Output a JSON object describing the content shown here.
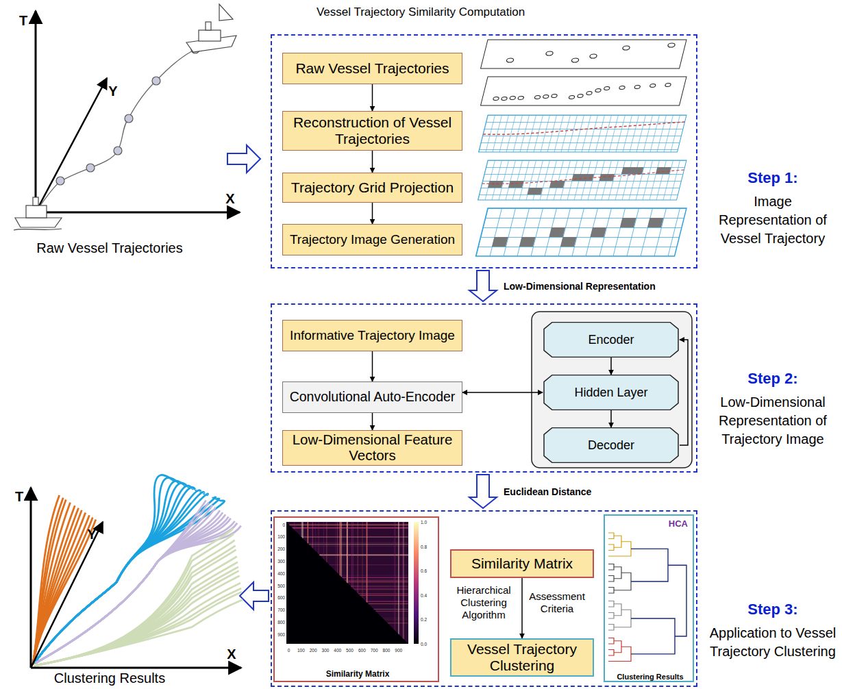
{
  "diagram": {
    "title": "Vessel Trajectory Similarity Computation",
    "nodes": [
      {
        "text": [
          "Step 1:",
          "Image Representation of Vessel Trajectory"
        ]
      },
      {
        "text": [
          "Raw Vessel Trajectories"
        ],
        "in": 0
      },
      {
        "text": [
          "Reconstruction of Vessel Trajectories"
        ],
        "in": 0
      },
      {
        "text": [
          "Trajectory Grid Projection"
        ],
        "in": 0
      },
      {
        "text": [
          "Trajectory Image Generation"
        ],
        "in": 0
      },
      {
        "text": [
          "Step 2:",
          "Low-Dimensional Representation of Trajectory Image"
        ]
      },
      {
        "text": [
          "Informative Trajectory Image"
        ],
        "in": 5
      },
      {
        "text": [
          "Convolutional Auto-Encoder"
        ],
        "in": 5
      },
      {
        "text": [
          "Low-Dimensional Feature Vectors"
        ],
        "in": 5
      },
      {
        "text": [
          "Encoder"
        ],
        "in": 5
      },
      {
        "text": [
          "Hidden Layer"
        ],
        "in": 5
      },
      {
        "text": [
          "Decoder"
        ],
        "in": 5
      },
      {
        "text": [
          "Step 3:",
          "Application to Vessel Trajectory Clustering"
        ]
      },
      {
        "text": [
          "Similarity Matrix"
        ],
        "in": 12
      },
      {
        "text": [
          "Similarity Matrix"
        ],
        "in": 12
      },
      {
        "text": [
          "Vessel Trajectory Clustering"
        ],
        "in": 12
      },
      {
        "text": [
          "HCA",
          "Clustering Results"
        ],
        "in": 12
      }
    ],
    "edges": [
      {
        "from": 0,
        "to": 5,
        "arrow": "to",
        "label": "Low-Dimensional Representation"
      },
      {
        "from": 5,
        "to": 12,
        "arrow": "to",
        "label": "Euclidean Distance"
      },
      {
        "from": 1,
        "to": 2,
        "arrow": "to"
      },
      {
        "from": 2,
        "to": 3,
        "arrow": "to"
      },
      {
        "from": 3,
        "to": 4,
        "arrow": "to"
      },
      {
        "from": 6,
        "to": 7,
        "arrow": "to"
      },
      {
        "from": 7,
        "to": 8,
        "arrow": "to"
      },
      {
        "from": 7,
        "to": 10,
        "arrow": "both"
      },
      {
        "from": 9,
        "to": 10,
        "arrow": "to"
      },
      {
        "from": 10,
        "to": 11,
        "arrow": "to"
      },
      {
        "from": 11,
        "to": 9,
        "arrow": "to"
      },
      {
        "from": 14,
        "to": 15,
        "arrow": "to"
      }
    ],
    "labels": [
      "Raw Vessel Trajectories",
      "T",
      "Y",
      "X",
      "Clustering Results",
      "T",
      "Y",
      "X",
      "Hierarchical Clustering Algorithm",
      "Assessment Criteria",
      "0",
      "100",
      "200",
      "300",
      "400",
      "500",
      "600",
      "700",
      "800",
      "900",
      "0",
      "100",
      "200",
      "300",
      "400",
      "500",
      "600",
      "700",
      "800",
      "900",
      "1.0",
      "0.8",
      "0.6",
      "0.4",
      "0.2",
      "0.0"
    ]
  }
}
